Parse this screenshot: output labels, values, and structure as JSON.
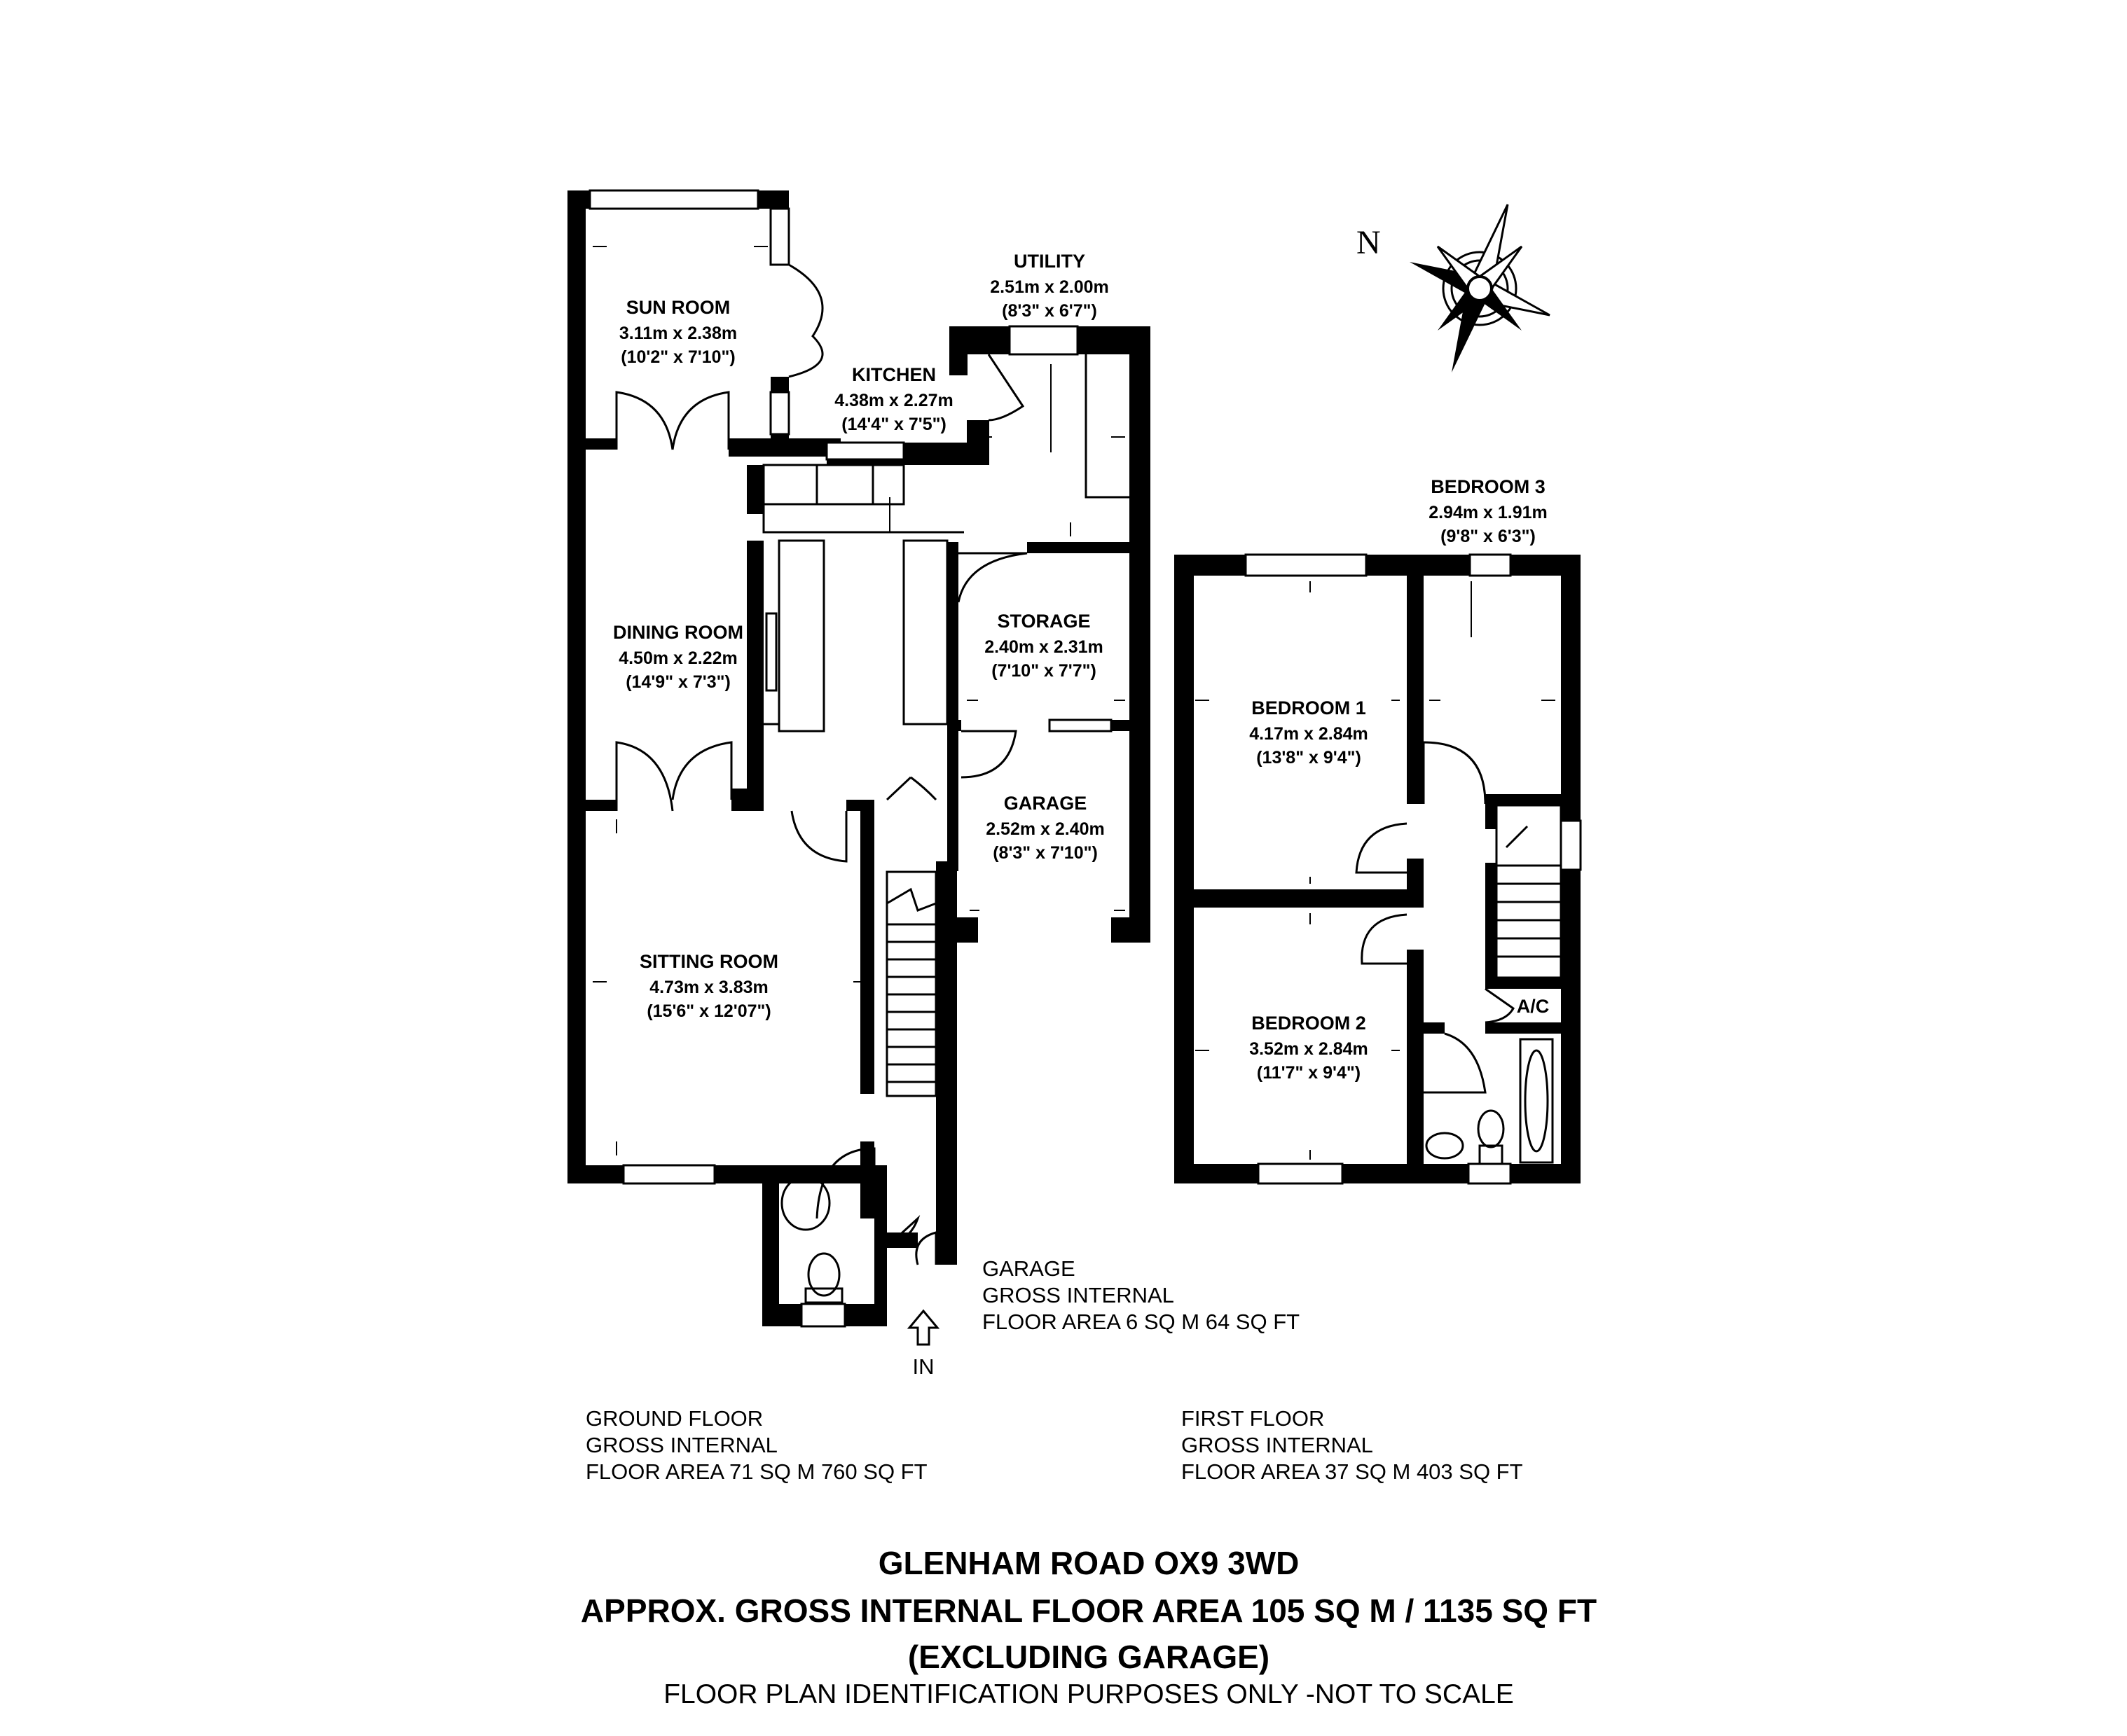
{
  "rooms": {
    "sun_room": {
      "name": "SUN ROOM",
      "metric": "3.11m x 2.38m",
      "imperial": "(10'2\" x 7'10\")"
    },
    "kitchen": {
      "name": "KITCHEN",
      "metric": "4.38m x 2.27m",
      "imperial": "(14'4\" x 7'5\")"
    },
    "utility": {
      "name": "UTILITY",
      "metric": "2.51m x 2.00m",
      "imperial": "(8'3\" x 6'7\")"
    },
    "dining_room": {
      "name": "DINING ROOM",
      "metric": "4.50m x 2.22m",
      "imperial": "(14'9\" x 7'3\")"
    },
    "storage": {
      "name": "STORAGE",
      "metric": "2.40m x 2.31m",
      "imperial": "(7'10\" x 7'7\")"
    },
    "garage": {
      "name": "GARAGE",
      "metric": "2.52m x 2.40m",
      "imperial": "(8'3\" x 7'10\")"
    },
    "sitting_room": {
      "name": "SITTING ROOM",
      "metric": "4.73m x 3.83m",
      "imperial": "(15'6\" x 12'07\")"
    },
    "bedroom_1": {
      "name": "BEDROOM 1",
      "metric": "4.17m x 2.84m",
      "imperial": "(13'8\" x 9'4\")"
    },
    "bedroom_2": {
      "name": "BEDROOM 2",
      "metric": "3.52m x 2.84m",
      "imperial": "(11'7\" x 9'4\")"
    },
    "bedroom_3": {
      "name": "BEDROOM 3",
      "metric": "2.94m x 1.91m",
      "imperial": "(9'8\" x 6'3\")"
    },
    "ac": {
      "name": "A/C"
    }
  },
  "compass": {
    "label": "N"
  },
  "entrance": {
    "label": "IN"
  },
  "areas": {
    "garage": [
      "GARAGE",
      "GROSS INTERNAL",
      "FLOOR AREA 6 SQ M 64 SQ FT"
    ],
    "ground_floor": [
      "GROUND FLOOR",
      "GROSS INTERNAL",
      "FLOOR AREA 71 SQ M 760 SQ FT"
    ],
    "first_floor": [
      "FIRST FLOOR",
      "GROSS INTERNAL",
      "FLOOR AREA 37 SQ M 403 SQ FT"
    ]
  },
  "footer": {
    "address": "GLENHAM ROAD OX9 3WD",
    "total_area": "APPROX. GROSS INTERNAL FLOOR AREA 105 SQ M / 1135 SQ FT",
    "exclusion": "(EXCLUDING GARAGE)",
    "disclaimer": "FLOOR PLAN IDENTIFICATION PURPOSES ONLY -NOT TO SCALE"
  }
}
